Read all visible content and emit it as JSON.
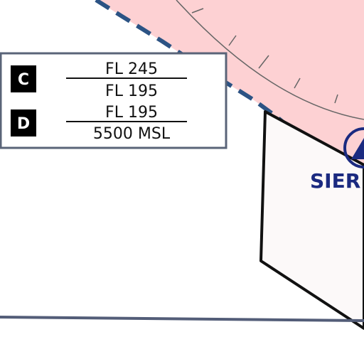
{
  "colors": {
    "airspace_fill": "#fdd1d3",
    "airspace_boundary_dash": "#2c5384",
    "arc_ticks": "#666666",
    "sector_fill": "#fcf9f9",
    "sector_outline": "#111111",
    "sector_shadow": "#cccccc",
    "legend_border": "#5a6478",
    "boundary_line": "#535d78",
    "navaid_label": "#1b2a80",
    "navaid_symbol": "#1b2a80"
  },
  "legend": {
    "rows": [
      {
        "class_letter": "C",
        "upper": "FL 245",
        "lower": "FL 195"
      },
      {
        "class_letter": "D",
        "upper": "FL 195",
        "lower": "5500 MSL"
      }
    ]
  },
  "navaid": {
    "label": "SIER",
    "icon": "vor-triangle-icon"
  }
}
